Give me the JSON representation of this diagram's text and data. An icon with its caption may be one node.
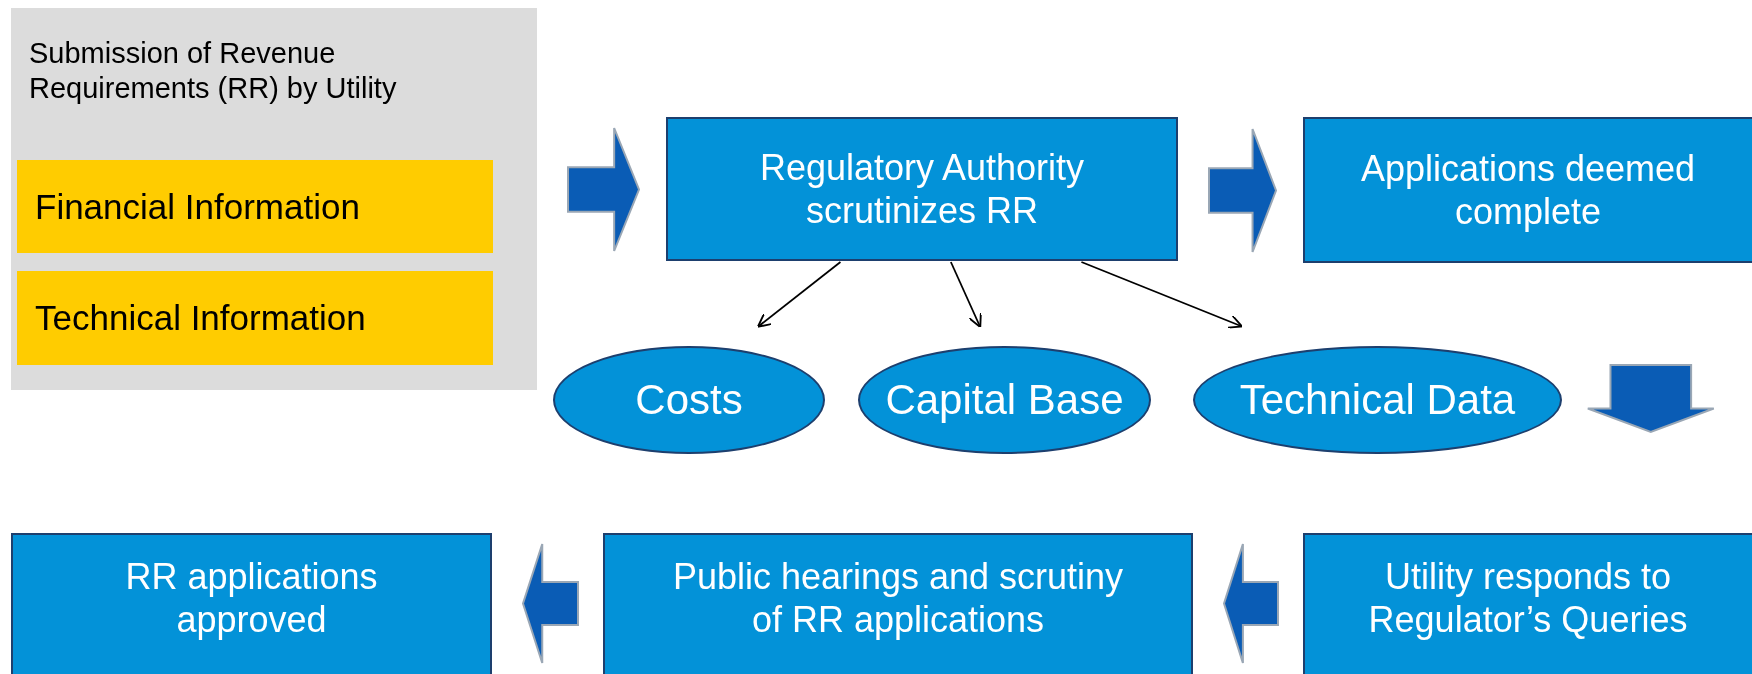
{
  "diagram": {
    "nodes": [
      {
        "text": [
          "Submission of Revenue Requirements (RR) by Utility"
        ]
      },
      {
        "text": [
          "Financial Information"
        ],
        "in": 0
      },
      {
        "text": [
          "Technical Information"
        ],
        "in": 0
      },
      {
        "text": [
          "Regulatory Authority scrutinizes RR"
        ]
      },
      {
        "text": [
          "Applications deemed complete"
        ]
      },
      {
        "text": [
          "Costs"
        ]
      },
      {
        "text": [
          "Capital Base"
        ]
      },
      {
        "text": [
          "Technical Data"
        ]
      },
      {
        "text": [
          "RR applications approved"
        ]
      },
      {
        "text": [
          "Public hearings and scrutiny of RR applications"
        ]
      },
      {
        "text": [
          "Utility responds to Regulator’s Queries"
        ]
      }
    ],
    "edges": [
      {
        "from": 0,
        "to": 3,
        "arrow": "to",
        "style": "thick"
      },
      {
        "from": 3,
        "to": 4,
        "arrow": "to",
        "style": "thick"
      },
      {
        "from": 3,
        "to": 5,
        "arrow": "to"
      },
      {
        "from": 3,
        "to": 6,
        "arrow": "to"
      },
      {
        "from": 3,
        "to": 7,
        "arrow": "to"
      },
      {
        "from": 4,
        "to": 10,
        "arrow": "to",
        "style": "thick"
      },
      {
        "from": 10,
        "to": 9,
        "arrow": "to",
        "style": "thick"
      },
      {
        "from": 9,
        "to": 8,
        "arrow": "to",
        "style": "thick"
      }
    ]
  }
}
